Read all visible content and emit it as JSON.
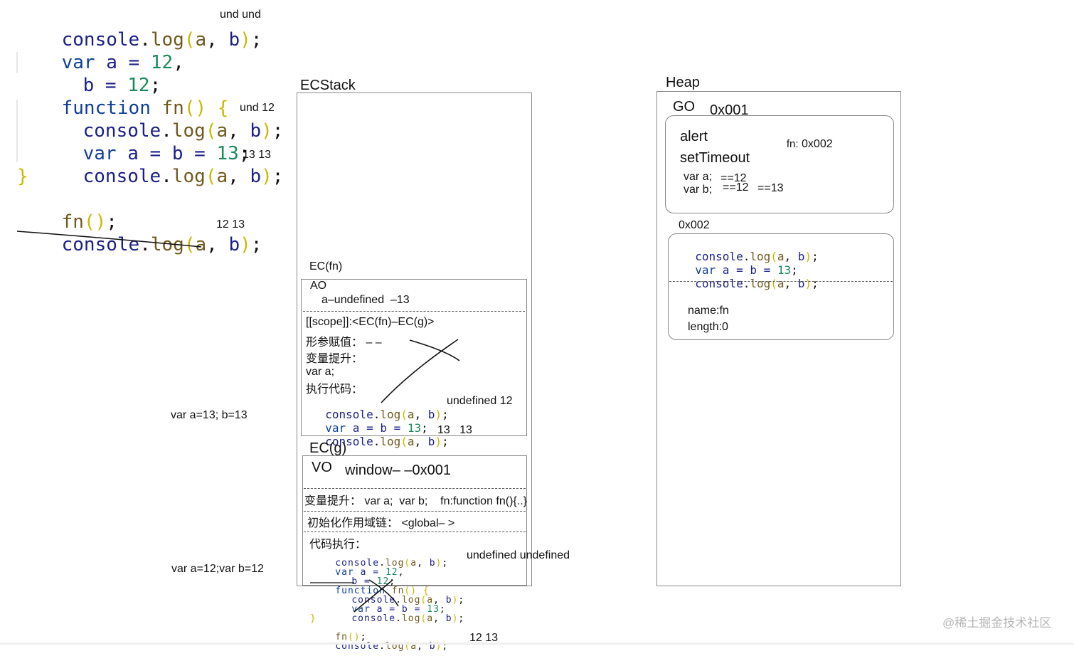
{
  "left": {
    "line1": {
      "a": "console",
      "b": ".",
      "c": "log",
      "d": "(",
      "e": "a",
      "f": ", ",
      "g": "b",
      "h": ")",
      "i": ";"
    },
    "line1_note": "und und",
    "line2": {
      "kw": "var",
      "rest": " a = ",
      "num": "12",
      "tail": ","
    },
    "line3": {
      "rest": "b = ",
      "num": "12",
      "tail": ";"
    },
    "line4": {
      "kw": "function",
      "name": " fn",
      "paren": "()",
      "brace": " {"
    },
    "line5_note": "und 12",
    "line6": {
      "kw": "var",
      "rest": " a = b = ",
      "num": "13",
      "tail": ";"
    },
    "line7_note": "13 13",
    "line8": "}",
    "line9": {
      "name": "fn",
      "paren": "()",
      "tail": ";"
    },
    "line10_note": "12 13",
    "side_note_1": "var a=13; b=13",
    "side_note_2": "var a=12;var b=12"
  },
  "ecstack": {
    "title": "ECStack",
    "ec_fn": {
      "title": "EC(fn)",
      "ao": "AO",
      "ao_val": "a–undefined  –13",
      "scope": "[[scope]]:<EC(fn)–EC(g)>",
      "param": "形参赋值： – –",
      "hoist": "变量提升：",
      "var_a": "var a;",
      "exec": "执行代码：",
      "code1_note": "undefined 12",
      "code3_note": "13   13"
    },
    "ec_g": {
      "title": "EC(g)",
      "vo": "VO",
      "vo_val": "window– –0x001",
      "hoist": "变量提升： var a;  var b;    fn:function fn(){..}",
      "scope": "初始化作用域链： <global– >",
      "exec": "代码执行：",
      "code1_note": "undefined undefined",
      "last_note": "12 13"
    }
  },
  "heap": {
    "title": "Heap",
    "go": "GO",
    "go_addr": "0x001",
    "alert": "alert",
    "settimeout": "setTimeout",
    "fn_ref_label": "fn:",
    "fn_ref_addr": "0x002",
    "var_a": "var a;",
    "var_a_val": "==12",
    "var_b": "var b;",
    "var_b_val": "==12",
    "var_b_val2": "==13",
    "obj_addr": "0x002",
    "name": "name:fn",
    "length": "length:0"
  },
  "watermark": "@稀土掘金技术社区"
}
